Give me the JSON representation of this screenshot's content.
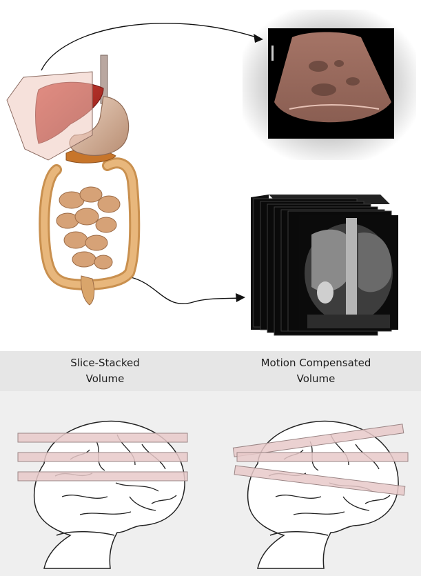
{
  "headings": {
    "left": {
      "line1": "Slice-Stacked",
      "line2": "Volume"
    },
    "right": {
      "line1": "Motion Compensated",
      "line2": "Volume"
    }
  },
  "colors": {
    "header_band": "#e6e6e6",
    "lower_background": "#efefef",
    "slice_fill": "#e7c9c9",
    "slice_stroke": "#9a8585",
    "ultrasound_tint": "#9a6e60",
    "liver": "#b32a22",
    "stomach": "#d3ad95",
    "intestine": "#d9a56b"
  },
  "icons": {
    "organ_illustration": "digestive-organs-icon",
    "ultrasound": "ultrasound-image-icon",
    "ct_volume": "ct-volume-stack-icon",
    "brain_left": "brain-outline-icon",
    "brain_right": "brain-outline-icon"
  }
}
